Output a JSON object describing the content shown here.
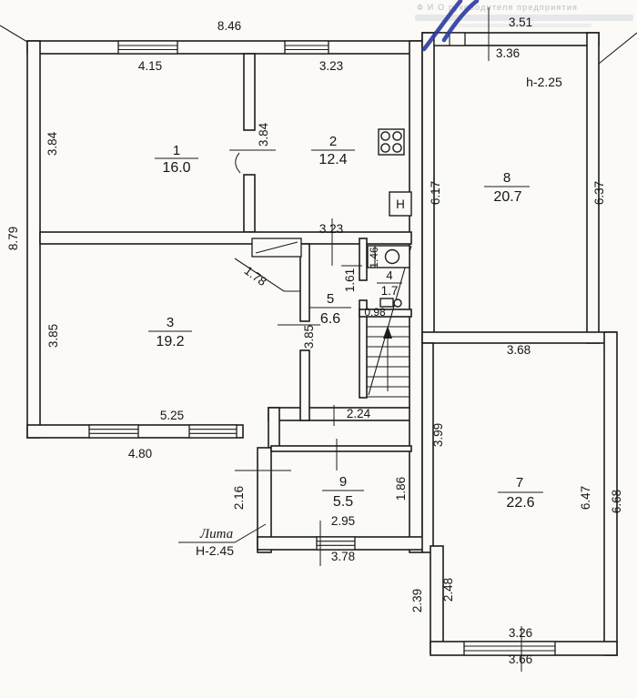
{
  "stamp": {
    "line1": "Ф И О руководителя предприятия"
  },
  "labels": {
    "litera": "Лита",
    "litera_height": "Н-2.45",
    "room8_height": "h-2.25",
    "boiler": "Н"
  },
  "rooms": [
    {
      "num": "1",
      "area": "16.0"
    },
    {
      "num": "2",
      "area": "12.4"
    },
    {
      "num": "3",
      "area": "19.2"
    },
    {
      "num": "4",
      "area": "1.7"
    },
    {
      "num": "5",
      "area": "6.6"
    },
    {
      "num": "7",
      "area": "22.6"
    },
    {
      "num": "8",
      "area": "20.7"
    },
    {
      "num": "9",
      "area": "5.5"
    }
  ],
  "dims": [
    "8.46",
    "4.15",
    "3.23",
    "3.51",
    "3.36",
    "8.79",
    "3.84",
    "3.84",
    "6.17",
    "6.37",
    "3.23",
    "1.78",
    "1.61",
    "1.46",
    "0.98",
    "3.85",
    "3.85",
    "5.25",
    "2.24",
    "4.80",
    "3.99",
    "3.68",
    "2.16",
    "1.86",
    "2.95",
    "3.78",
    "2.39",
    "2.48",
    "3.26",
    "3.66",
    "6.47",
    "6.68"
  ],
  "colors": {
    "ink": "#1c1c1c",
    "paper": "#fbfaf6",
    "pen": "#2b3aa0",
    "stamp": "#8b94ae"
  }
}
